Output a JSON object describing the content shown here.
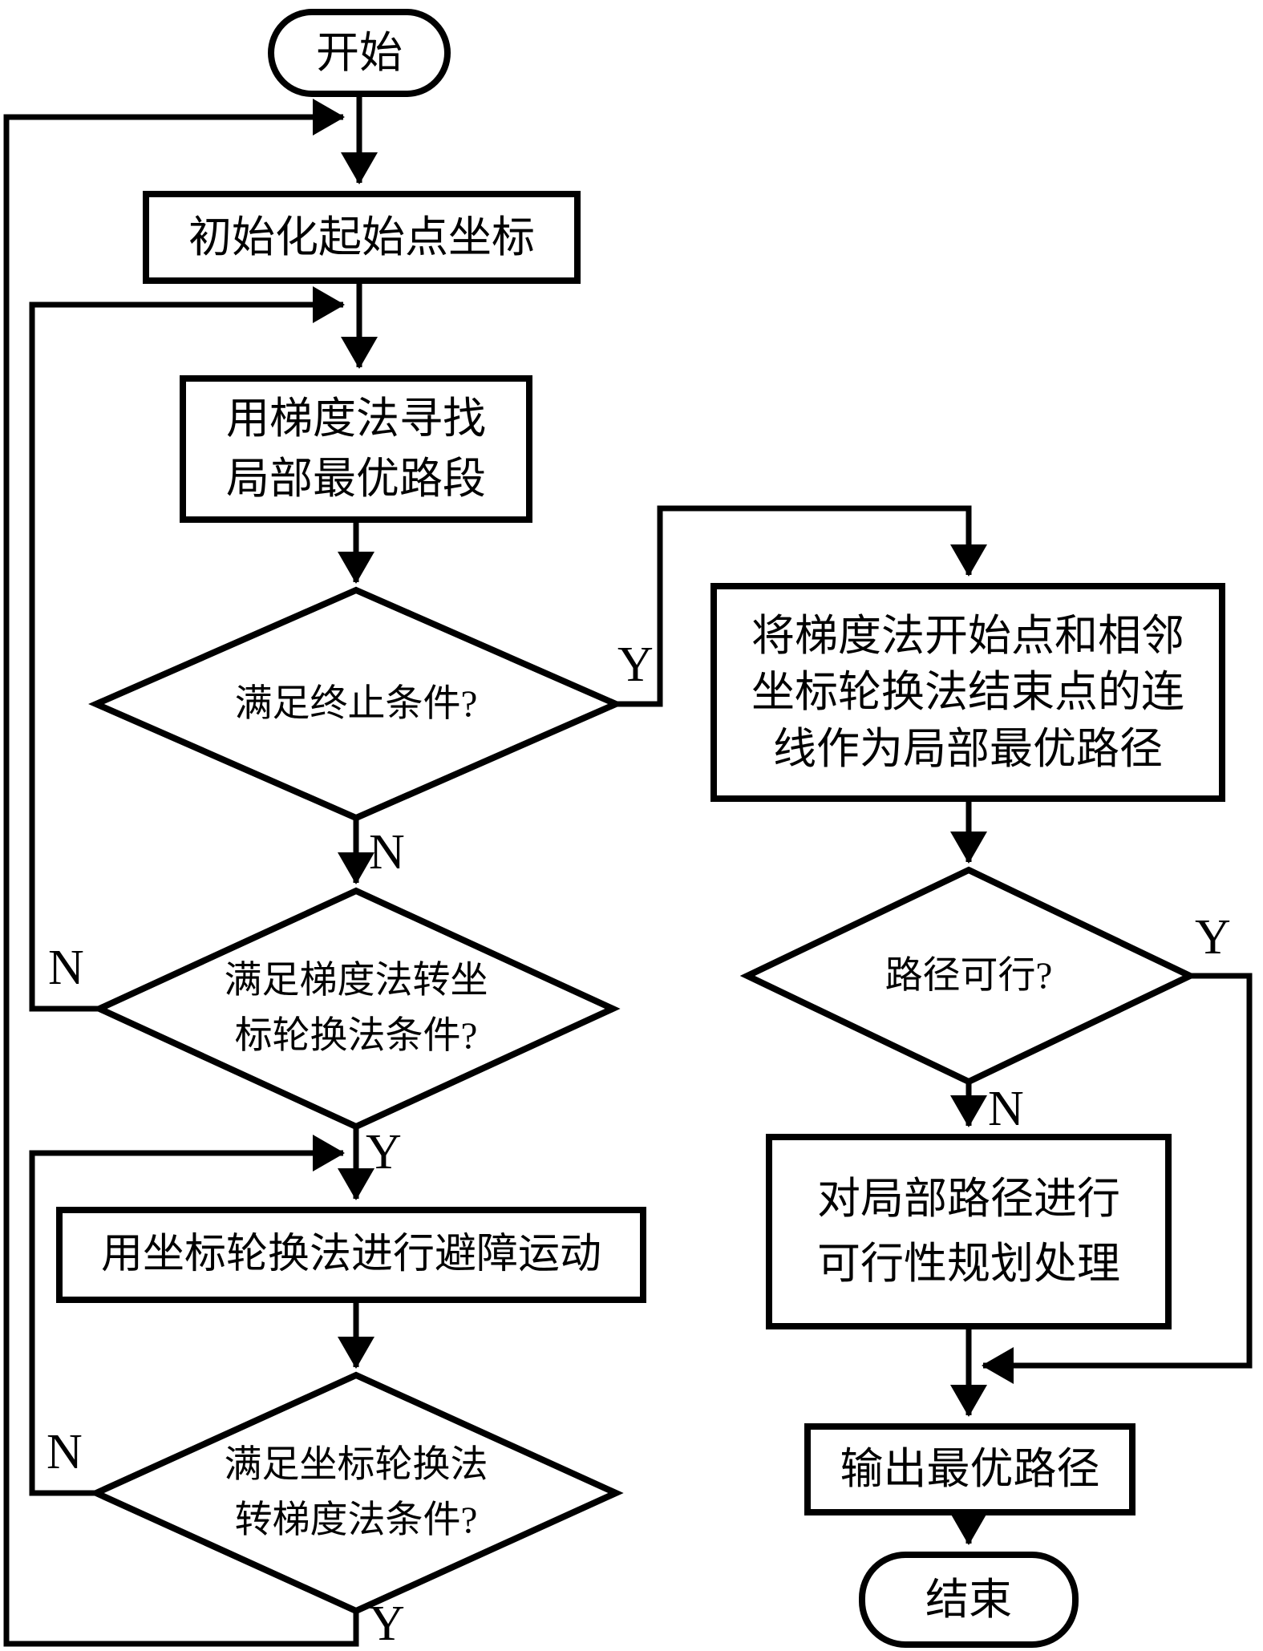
{
  "colors": {
    "stroke": "#000000",
    "background": "#ffffff"
  },
  "nodes": {
    "start": {
      "label": "开始"
    },
    "init": {
      "label": "初始化起始点坐标"
    },
    "gradient_search": {
      "line1": "用梯度法寻找",
      "line2": "局部最优路段"
    },
    "check_termination": {
      "label": "满足终止条件?"
    },
    "check_grad_to_coord": {
      "line1": "满足梯度法转坐",
      "line2": "标轮换法条件?"
    },
    "coord_rotation_motion": {
      "label": "用坐标轮换法进行避障运动"
    },
    "check_coord_to_grad": {
      "line1": "满足坐标轮换法",
      "line2": "转梯度法条件?"
    },
    "connect_line": {
      "line1": "将梯度法开始点和相邻",
      "line2": "坐标轮换法结束点的连",
      "line3": "线作为局部最优路径"
    },
    "check_path_feasible": {
      "label": "路径可行?"
    },
    "feasibility_process": {
      "line1": "对局部路径进行",
      "line2": "可行性规划处理"
    },
    "output_path": {
      "label": "输出最优路径"
    },
    "end": {
      "label": "结束"
    }
  },
  "branch_labels": {
    "termination_yes": "Y",
    "termination_no": "N",
    "grad_to_coord_no": "N",
    "grad_to_coord_yes": "Y",
    "coord_to_grad_no": "N",
    "coord_to_grad_yes": "Y",
    "path_feasible_yes": "Y",
    "path_feasible_no": "N"
  }
}
